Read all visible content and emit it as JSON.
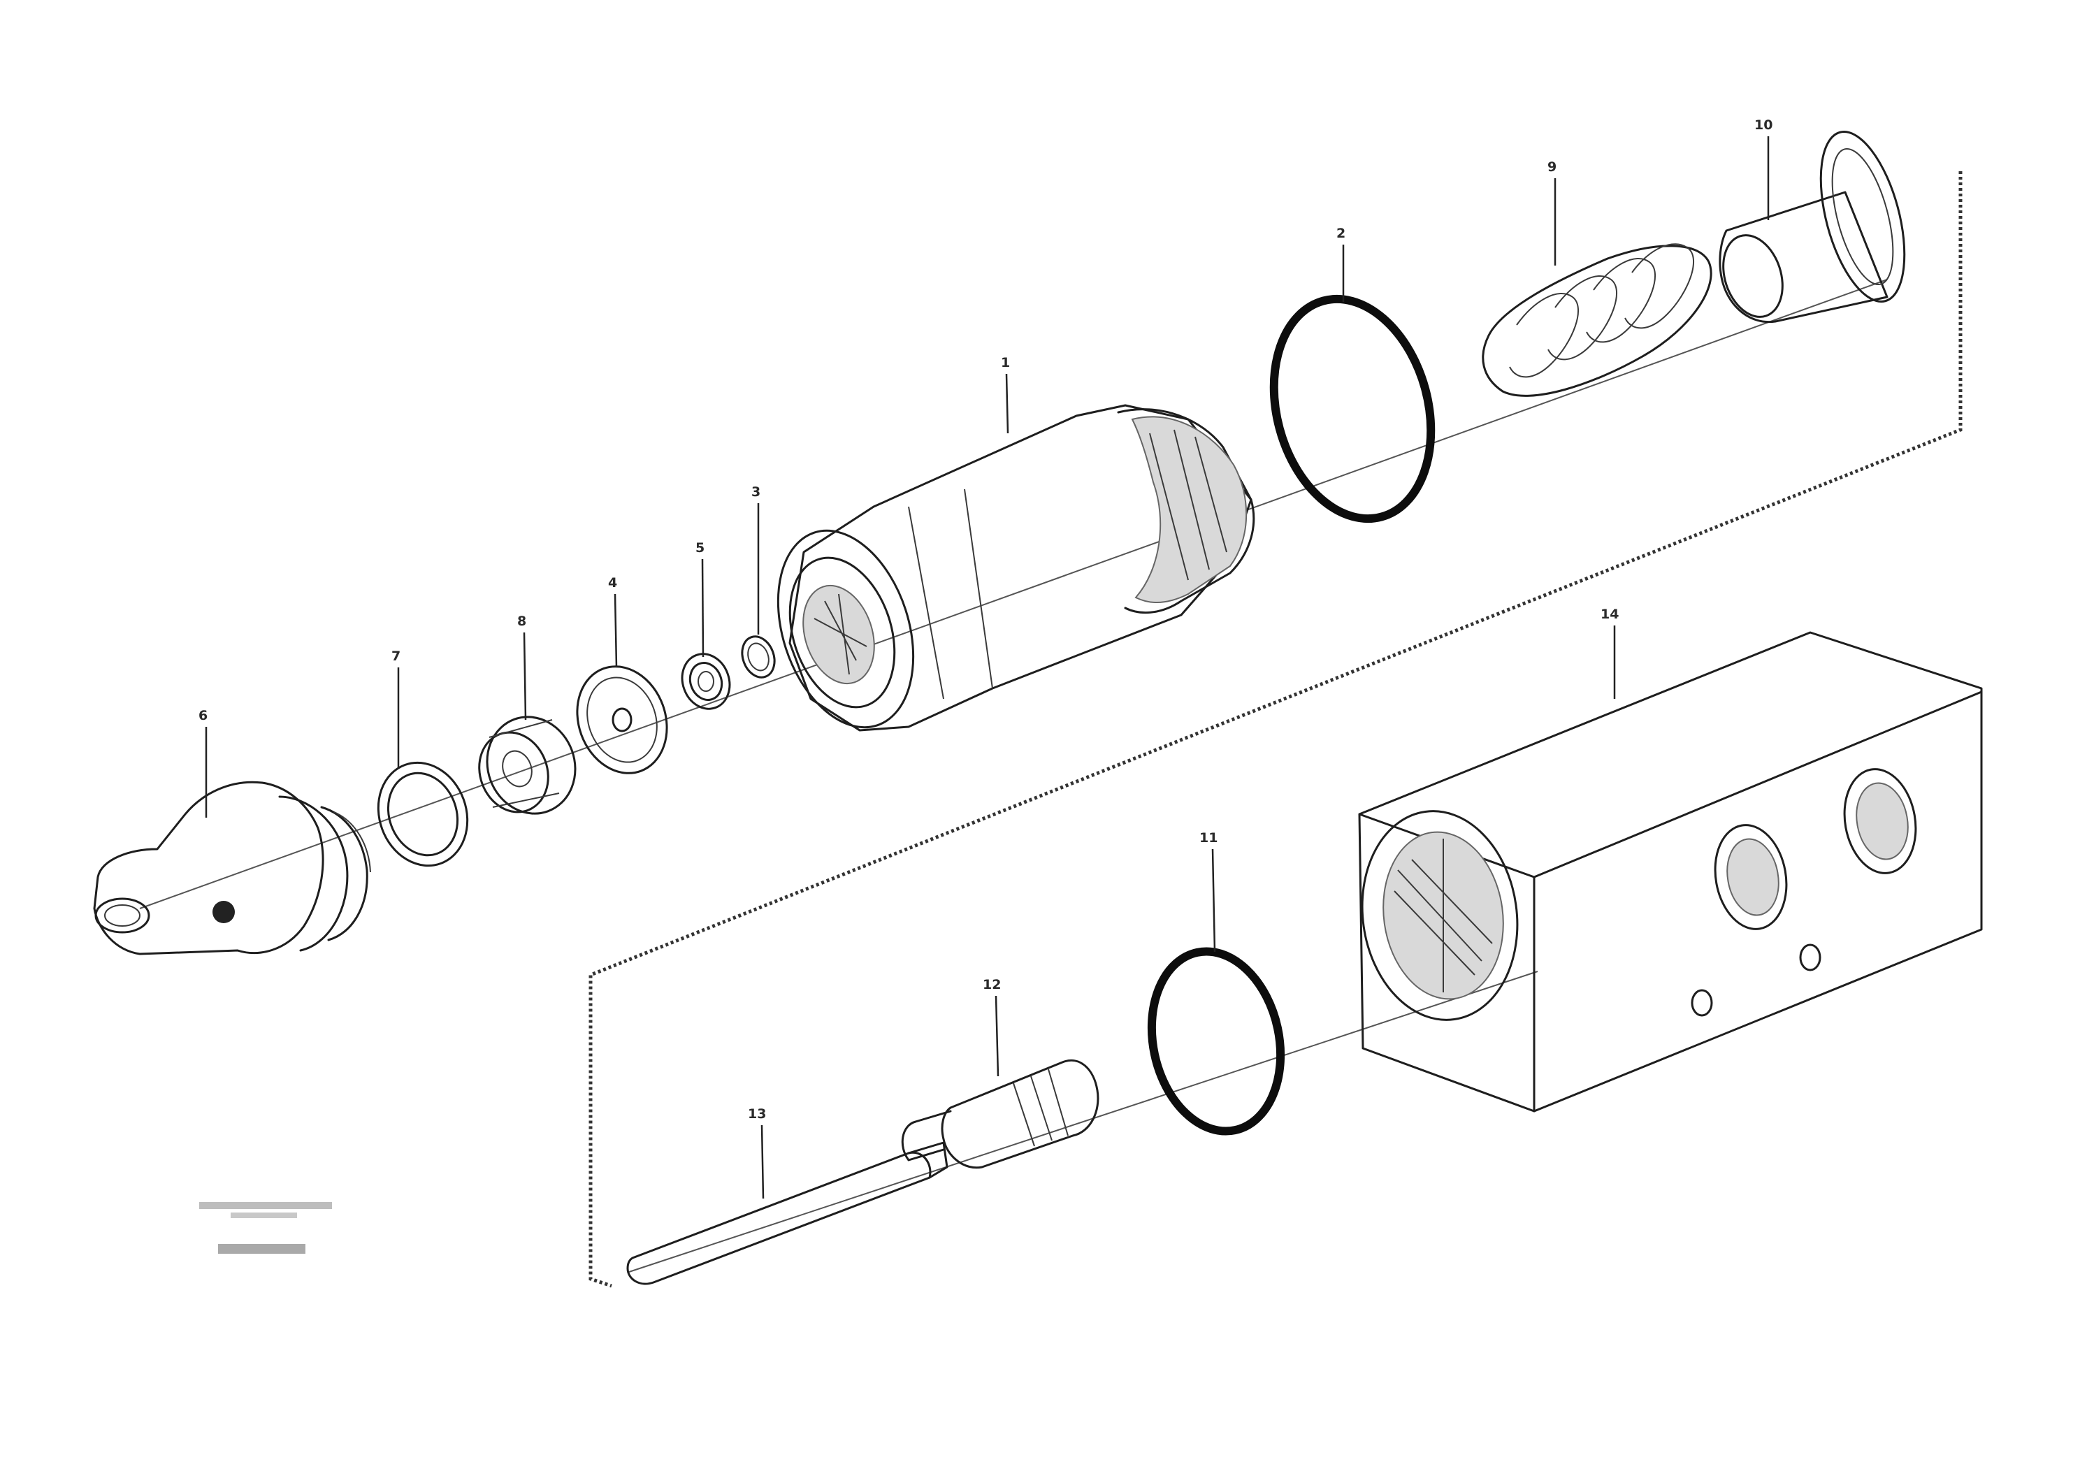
{
  "callouts": {
    "c1": "1",
    "c2": "2",
    "c3": "3",
    "c4": "4",
    "c5": "5",
    "c6": "6",
    "c7": "7",
    "c8": "8",
    "c9": "9",
    "c10": "10",
    "c11": "11",
    "c12": "12",
    "c13": "13",
    "c14": "14"
  },
  "reference": {
    "line1": "",
    "line2": "",
    "number": ""
  }
}
